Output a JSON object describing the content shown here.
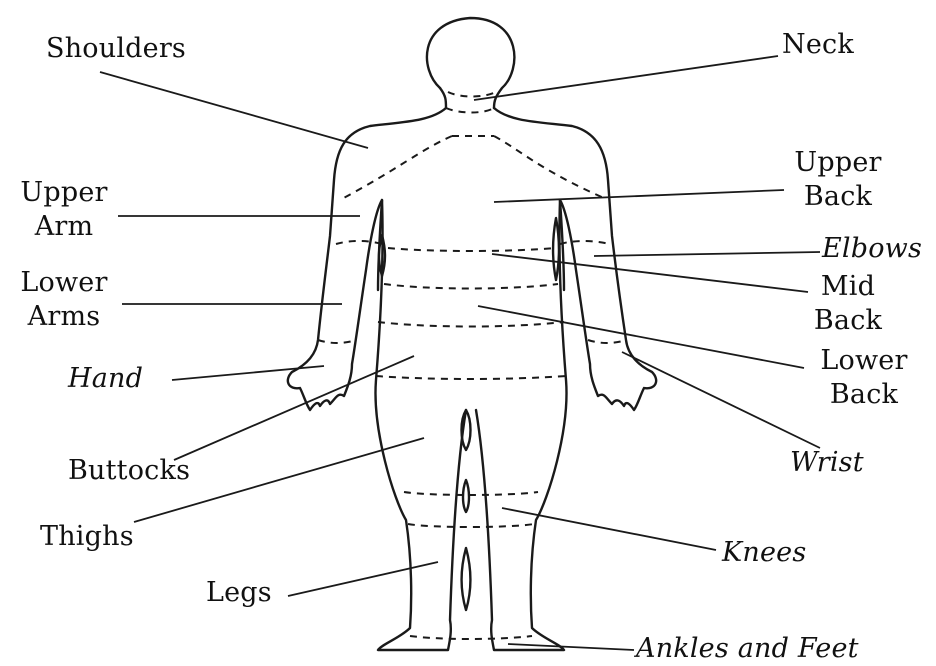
{
  "labels": {
    "shoulders": "Shoulders",
    "neck": "Neck",
    "upper_back": "Upper\nBack",
    "upper_arm": "Upper\nArm",
    "elbows": "Elbows",
    "lower_arms": "Lower\nArms",
    "mid_back": "Mid\nBack",
    "hand": "Hand",
    "lower_back": "Lower\nBack",
    "buttocks": "Buttocks",
    "wrist": "Wrist",
    "thighs": "Thighs",
    "knees": "Knees",
    "legs": "Legs",
    "ankles_feet": "Ankles and Feet"
  }
}
